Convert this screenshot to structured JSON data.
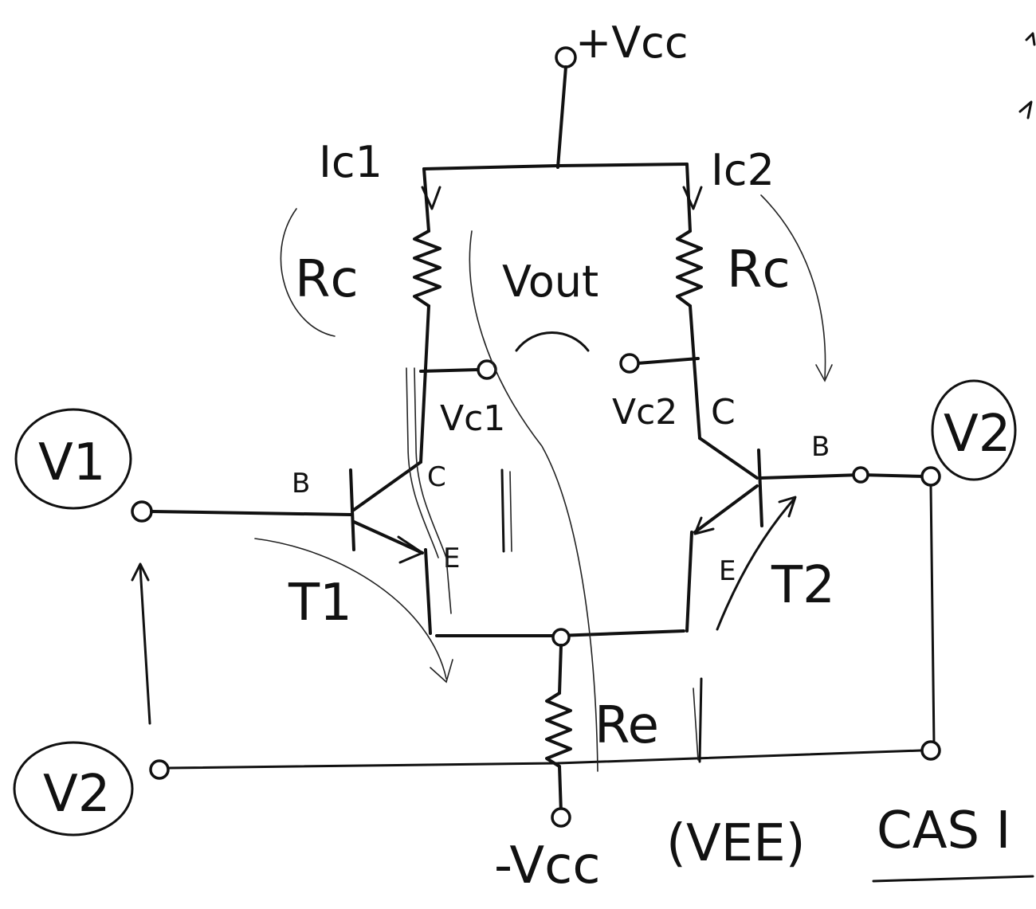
{
  "labels": {
    "supply_top": "+Vcc",
    "supply_bottom": "-Vcc",
    "vee": "(VEE)",
    "case_text": "CAS I",
    "ic1": "Ic1",
    "ic2": "Ic2",
    "rc_left": "Rc",
    "rc_right": "Rc",
    "re": "Re",
    "vout": "Vout",
    "vc1": "Vc1",
    "vc2": "Vc2",
    "v1": "V1",
    "v2_right": "V2",
    "v2_bottom": "V2",
    "t1": "T1",
    "t2": "T2",
    "b_left": "B",
    "c_left": "C",
    "e_left": "E",
    "b_right": "B",
    "c_right": "C",
    "e_right": "E"
  },
  "colors": {
    "ink": "#111111",
    "paper": "#ffffff"
  }
}
